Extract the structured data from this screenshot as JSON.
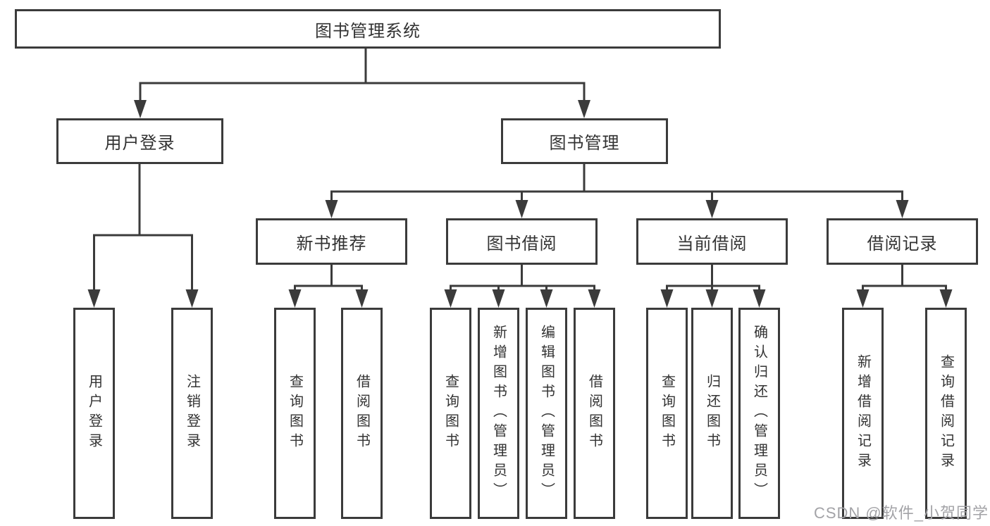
{
  "diagram": {
    "root": {
      "label": "图书管理系统"
    },
    "branches": [
      {
        "label": "用户登录",
        "children": [
          {
            "label": "用户登录"
          },
          {
            "label": "注销登录"
          }
        ]
      },
      {
        "label": "图书管理",
        "children": [
          {
            "label": "新书推荐",
            "children": [
              {
                "label": "查询图书"
              },
              {
                "label": "借阅图书"
              }
            ]
          },
          {
            "label": "图书借阅",
            "children": [
              {
                "label": "查询图书"
              },
              {
                "label": "新增图书（管理员）"
              },
              {
                "label": "编辑图书（管理员）"
              },
              {
                "label": "借阅图书"
              }
            ]
          },
          {
            "label": "当前借阅",
            "children": [
              {
                "label": "查询图书"
              },
              {
                "label": "归还图书"
              },
              {
                "label": "确认归还（管理员）"
              }
            ]
          },
          {
            "label": "借阅记录",
            "children": [
              {
                "label": "新增借阅记录"
              },
              {
                "label": "查询借阅记录"
              }
            ]
          }
        ]
      }
    ]
  },
  "watermark": {
    "text": "CSDN @软件_小贺同学"
  },
  "colors": {
    "line": "#3b3b3b",
    "box_border": "#3b3b3b",
    "text": "#333333",
    "background": "#ffffff",
    "watermark": "#a3a3a7"
  }
}
